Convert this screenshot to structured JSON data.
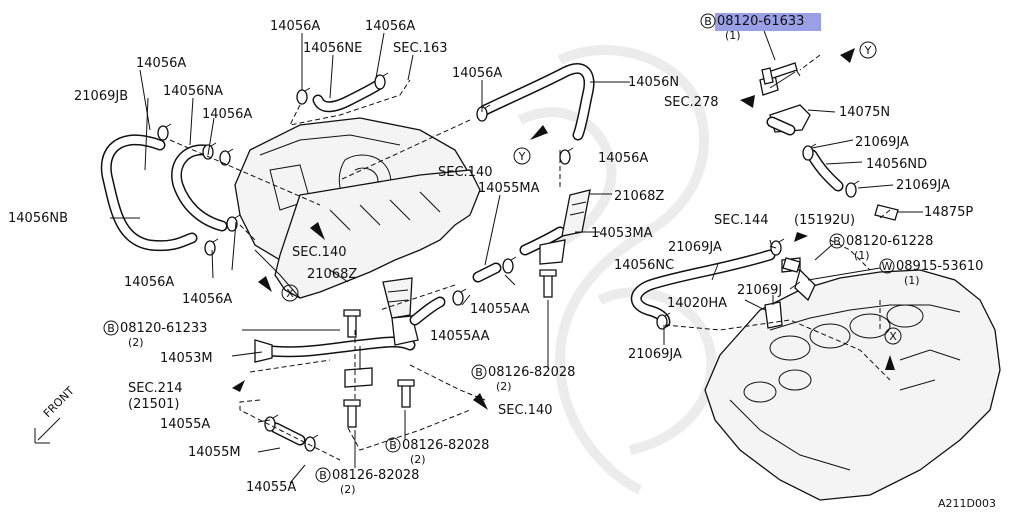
{
  "diagram": {
    "watermark": "",
    "footer_code": "A211D003",
    "highlight_color": "#9aa0e6",
    "labels": [
      {
        "id": "l1",
        "text": "14056A"
      },
      {
        "id": "l2",
        "text": "14056A"
      },
      {
        "id": "l3",
        "text": "14056NE"
      },
      {
        "id": "l4",
        "text": "SEC.163"
      },
      {
        "id": "l5",
        "text": "14056A"
      },
      {
        "id": "l6",
        "text": "14056N"
      },
      {
        "id": "l7",
        "text": "14056A"
      },
      {
        "id": "l8",
        "text": "14056NA"
      },
      {
        "id": "l9",
        "text": "21069JB"
      },
      {
        "id": "l10",
        "text": "14056A"
      },
      {
        "id": "l11",
        "text": "SEC.140"
      },
      {
        "id": "l12",
        "text": "14056A"
      },
      {
        "id": "l13",
        "text": "14055MA"
      },
      {
        "id": "l14",
        "text": "21068Z"
      },
      {
        "id": "l15",
        "text": "14053MA"
      },
      {
        "id": "l16",
        "text": "14056NB"
      },
      {
        "id": "l17",
        "text": "SEC.140"
      },
      {
        "id": "l18",
        "text": "14056A"
      },
      {
        "id": "l19",
        "text": "14056A"
      },
      {
        "id": "l20",
        "text": "21068Z"
      },
      {
        "id": "l21",
        "text": "14055AA"
      },
      {
        "id": "l22",
        "text": "14055AA"
      },
      {
        "id": "l23",
        "text": "14053M"
      },
      {
        "id": "l24",
        "text": "SEC.214"
      },
      {
        "id": "l25",
        "text": "(21501)"
      },
      {
        "id": "l26",
        "text": "SEC.140"
      },
      {
        "id": "l27",
        "text": "14055A"
      },
      {
        "id": "l28",
        "text": "14055M"
      },
      {
        "id": "l29",
        "text": "14055A"
      },
      {
        "id": "l30",
        "text": "SEC.278"
      },
      {
        "id": "l31",
        "text": "14075N"
      },
      {
        "id": "l32",
        "text": "21069JA"
      },
      {
        "id": "l33",
        "text": "14056ND"
      },
      {
        "id": "l34",
        "text": "21069JA"
      },
      {
        "id": "l35",
        "text": "14875P"
      },
      {
        "id": "l36",
        "text": "SEC.144"
      },
      {
        "id": "l37",
        "text": "(15192U)"
      },
      {
        "id": "l38",
        "text": "21069JA"
      },
      {
        "id": "l39",
        "text": "14056NC"
      },
      {
        "id": "l40",
        "text": "21069J"
      },
      {
        "id": "l41",
        "text": "14020HA"
      },
      {
        "id": "l42",
        "text": "21069JA"
      }
    ],
    "bolt_callouts": [
      {
        "id": "b1",
        "prefix": "B",
        "part": "08120-61633",
        "qty": "(1)",
        "highlighted": true
      },
      {
        "id": "b2",
        "prefix": "B",
        "part": "08120-61228",
        "qty": "(1)"
      },
      {
        "id": "b3",
        "prefix": "W",
        "part": "08915-53610",
        "qty": "(1)"
      },
      {
        "id": "b4",
        "prefix": "B",
        "part": "08120-61233",
        "qty": "(2)"
      },
      {
        "id": "b5",
        "prefix": "B",
        "part": "08126-82028",
        "qty": "(2)"
      },
      {
        "id": "b6",
        "prefix": "B",
        "part": "08126-82028",
        "qty": "(2)"
      },
      {
        "id": "b7",
        "prefix": "B",
        "part": "08126-82028",
        "qty": "(2)"
      }
    ],
    "ref_markers": [
      {
        "id": "m1",
        "letter": "Y"
      },
      {
        "id": "m2",
        "letter": "Y"
      },
      {
        "id": "m3",
        "letter": "X"
      },
      {
        "id": "m4",
        "letter": "X"
      }
    ],
    "front_label": "FRONT"
  }
}
